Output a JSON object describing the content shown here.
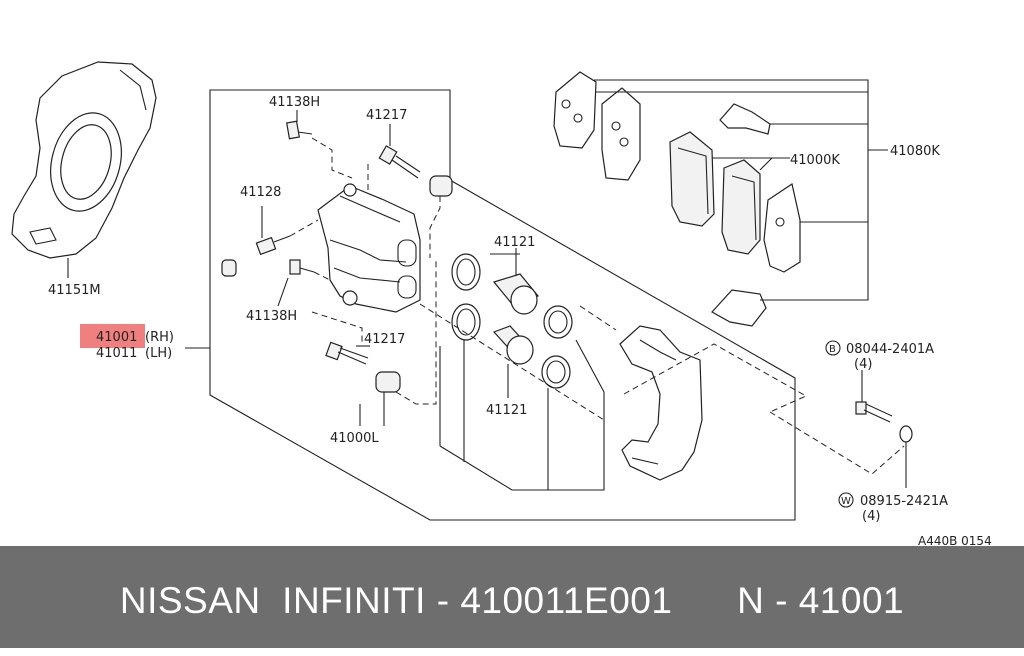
{
  "diagram": {
    "labels": {
      "p41151m": "41151M",
      "p41138h_top": "41138H",
      "p41217_top": "41217",
      "p41128": "41128",
      "p41138h_mid": "41138H",
      "p41217_mid": "41217",
      "p41001": "41001",
      "p41001_side": "(RH)",
      "p41011": "41011",
      "p41011_side": "(LH)",
      "p41000l": "41000L",
      "p41121_top": "41121",
      "p41121_bot": "41121",
      "p41000k": "41000K",
      "p41080k": "41080K",
      "bolt_code": "08044-2401A",
      "bolt_prefix": "B",
      "bolt_qty": "(4)",
      "washer_code": "08915-2421A",
      "washer_prefix": "W",
      "washer_qty": "(4)",
      "ref_code": "A440B 0154"
    },
    "highlight_color": "#f08080"
  },
  "footer": {
    "text": "NISSAN  INFINITI - 410011E001      N - 41001"
  }
}
